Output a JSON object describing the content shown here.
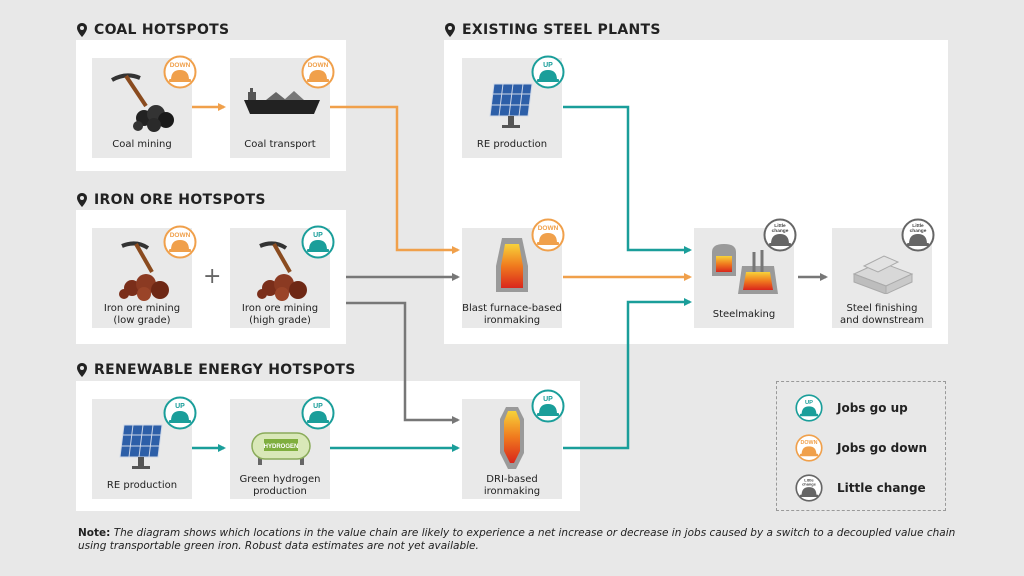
{
  "sections": {
    "coal": "COAL HOTSPOTS",
    "iron_ore": "IRON ORE HOTSPOTS",
    "renewable": "RENEWABLE ENERGY HOTSPOTS",
    "steel_plants": "EXISTING STEEL PLANTS"
  },
  "nodes": {
    "coal_mining": {
      "label1": "Coal mining",
      "label2": "",
      "badge": "DOWN"
    },
    "coal_transport": {
      "label1": "Coal transport",
      "label2": "",
      "badge": "DOWN"
    },
    "iron_low": {
      "label1": "Iron ore mining",
      "label2": "(low grade)",
      "badge": "DOWN"
    },
    "iron_high": {
      "label1": "Iron ore mining",
      "label2": "(high grade)",
      "badge": "UP"
    },
    "re_prod_left": {
      "label1": "RE production",
      "label2": "",
      "badge": "UP"
    },
    "green_h2": {
      "label1": "Green hydrogen",
      "label2": "production",
      "badge": "UP",
      "tank_text": "HYDROGEN"
    },
    "re_prod_plant": {
      "label1": "RE production",
      "label2": "",
      "badge": "UP"
    },
    "blast_furnace": {
      "label1": "Blast furnace-based",
      "label2": "ironmaking",
      "badge": "DOWN"
    },
    "dri": {
      "label1": "DRI-based",
      "label2": "ironmaking",
      "badge": "UP"
    },
    "steelmaking": {
      "label1": "Steelmaking",
      "label2": "",
      "badge": "Little change"
    },
    "finishing": {
      "label1": "Steel finishing",
      "label2": "and downstream",
      "badge": "Little change"
    }
  },
  "plus": "+",
  "legend": [
    {
      "badge": "UP",
      "label": "Jobs go up"
    },
    {
      "badge": "DOWN",
      "label": "Jobs go down"
    },
    {
      "badge": "Little change",
      "label": "Little change"
    }
  ],
  "note": {
    "prefix": "Note:",
    "text": "The diagram shows which locations in the value chain are likely to experience a net increase or decrease in jobs caused by a switch to a decoupled value chain using transportable green iron. Robust data estimates are not yet available."
  },
  "colors": {
    "up": "#1a9e9a",
    "down": "#f0a04b",
    "little": "#666666",
    "arrow_grey": "#777777"
  },
  "icons": [
    "location-pin-icon",
    "pickaxe-icon",
    "ship-icon",
    "solar-panel-icon",
    "hydrogen-tank-icon",
    "furnace-icon",
    "dri-shaft-icon",
    "steel-ladle-icon",
    "steel-beams-icon",
    "hard-hat-icon"
  ]
}
